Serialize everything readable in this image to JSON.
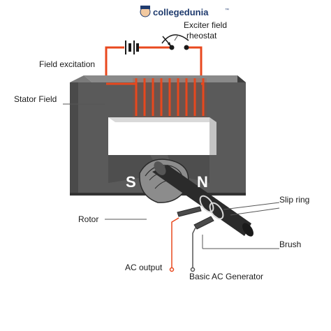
{
  "brand": {
    "name": "collegedunia",
    "suffix": "™"
  },
  "labels": {
    "exciter_line1": "Exciter field",
    "exciter_line2": "rheostat",
    "field_excitation": "Field excitation",
    "stator_field": "Stator Field",
    "rotor": "Rotor",
    "slip_ring": "Slip ring",
    "brush": "Brush",
    "ac_output": "AC output",
    "basic_ac_generator": "Basic AC Generator"
  },
  "poles": {
    "south": "S",
    "north": "N"
  },
  "colors": {
    "stator_front": "#5a5a5a",
    "stator_side": "#3e3e3e",
    "stator_top": "#8a8a8a",
    "coil": "#e8481e",
    "shaft": "#2b2b2b",
    "wire": "#e8481e",
    "text": "#1a1a1a"
  }
}
